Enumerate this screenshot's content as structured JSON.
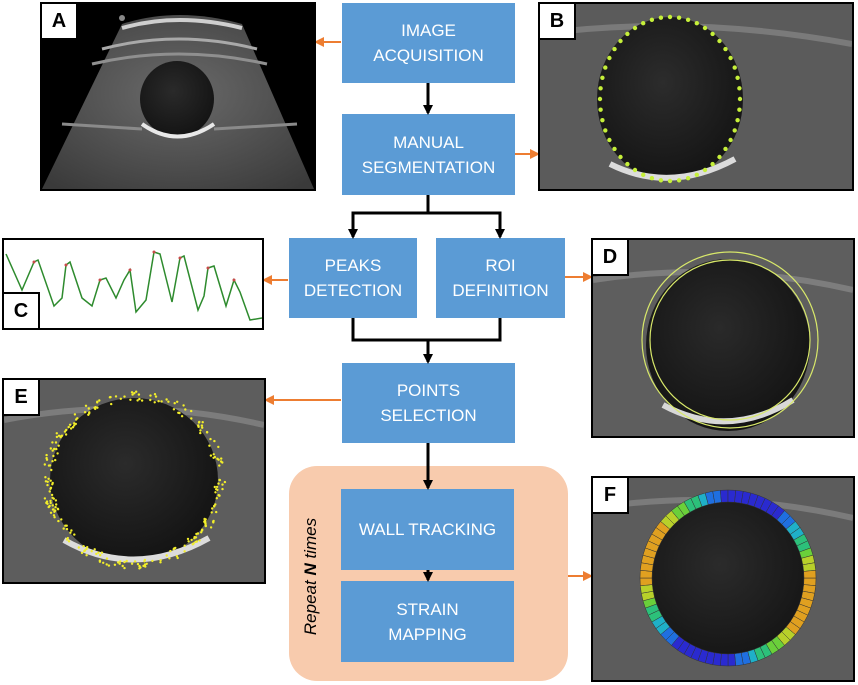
{
  "steps": {
    "image_acquisition": "IMAGE\nACQUISITION",
    "manual_segmentation": "MANUAL\nSEGMENTATION",
    "peaks_detection": "PEAKS\nDETECTION",
    "roi_definition": "ROI\nDEFINITION",
    "points_selection": "POINTS\nSELECTION",
    "wall_tracking": "WALL TRACKING",
    "strain_mapping": "STRAIN\nMAPPING"
  },
  "repeat": {
    "prefix": "Repeat ",
    "variable": "N",
    "suffix": " times"
  },
  "panels": {
    "a": "A",
    "b": "B",
    "c": "C",
    "d": "D",
    "e": "E",
    "f": "F"
  },
  "colors": {
    "step_fill": "#5b9bd5",
    "repeat_fill": "#f8cbad",
    "flow_arrow": "#000000",
    "output_arrow": "#ed7d31",
    "segmentation_dots": "#c6f03a",
    "points": "#f2ee2a",
    "signal": "#2e8b2e"
  }
}
